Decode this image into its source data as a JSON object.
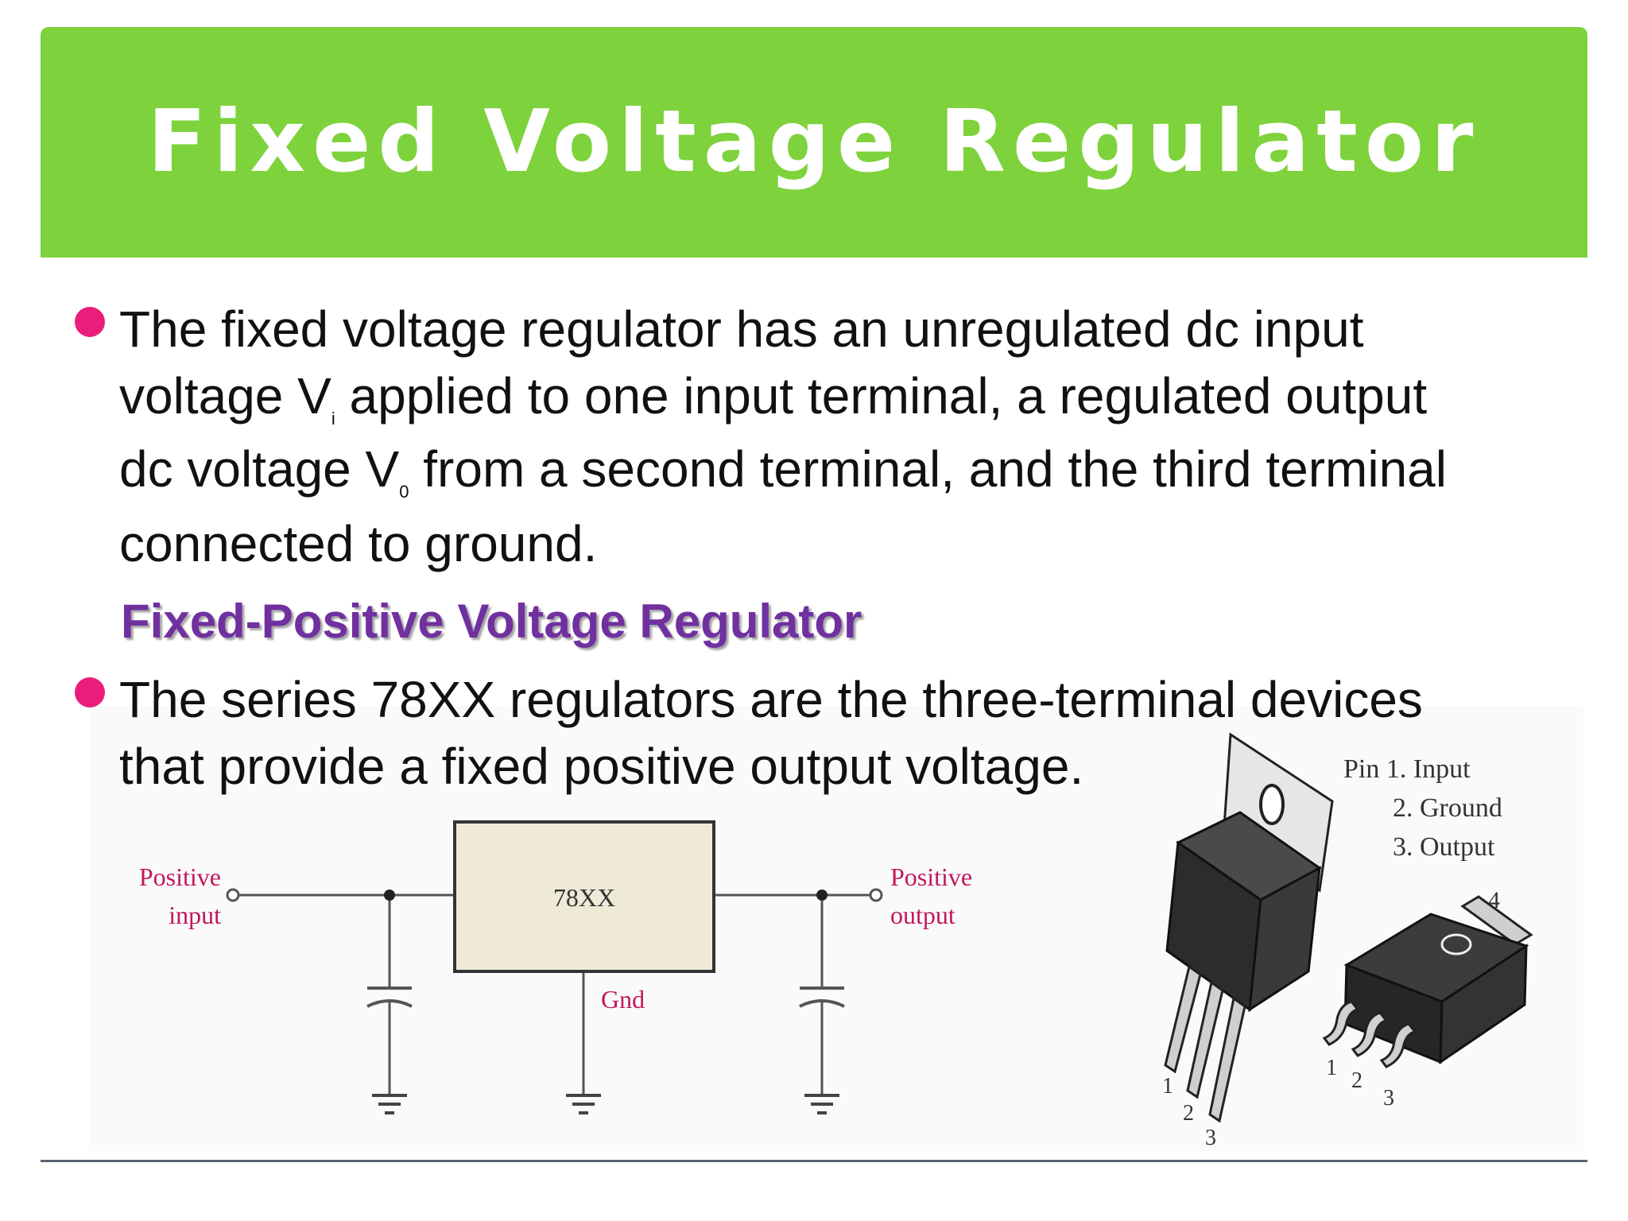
{
  "slide": {
    "title": "Fixed Voltage Regulator",
    "bullet1": {
      "line1": "The fixed voltage regulator has an unregulated dc input",
      "line2_before": "voltage V",
      "line2_sub": "i",
      "line2_after": " applied to one input terminal, a regulated output",
      "line3_before": "dc voltage V",
      "line3_sub": "0",
      "line3_after": " from a second terminal, and the third terminal",
      "line4": "connected to ground."
    },
    "subheading": "Fixed-Positive Voltage Regulator",
    "bullet2": {
      "line1": "The series 78XX regulators are the three-terminal devices",
      "line2": "that provide a fixed positive output voltage."
    }
  },
  "circuit": {
    "input_label_line1": "Positive",
    "input_label_line2": "input",
    "chip_label": "78XX",
    "ground_label": "Gnd",
    "output_label_line1": "Positive",
    "output_label_line2": "output"
  },
  "package": {
    "pin_legend": [
      "Pin 1. Input",
      "2. Ground",
      "3. Output"
    ],
    "to220_pins": [
      "1",
      "2",
      "3"
    ],
    "smd_pins": [
      "1",
      "2",
      "3"
    ],
    "smd_tab": "4"
  },
  "colors": {
    "title_bar": "#7ed23c",
    "bullet": "#ea1e7a",
    "subheading": "#7030a0",
    "circuit_label": "#c2185b",
    "chip_fill": "#efe9d8"
  }
}
